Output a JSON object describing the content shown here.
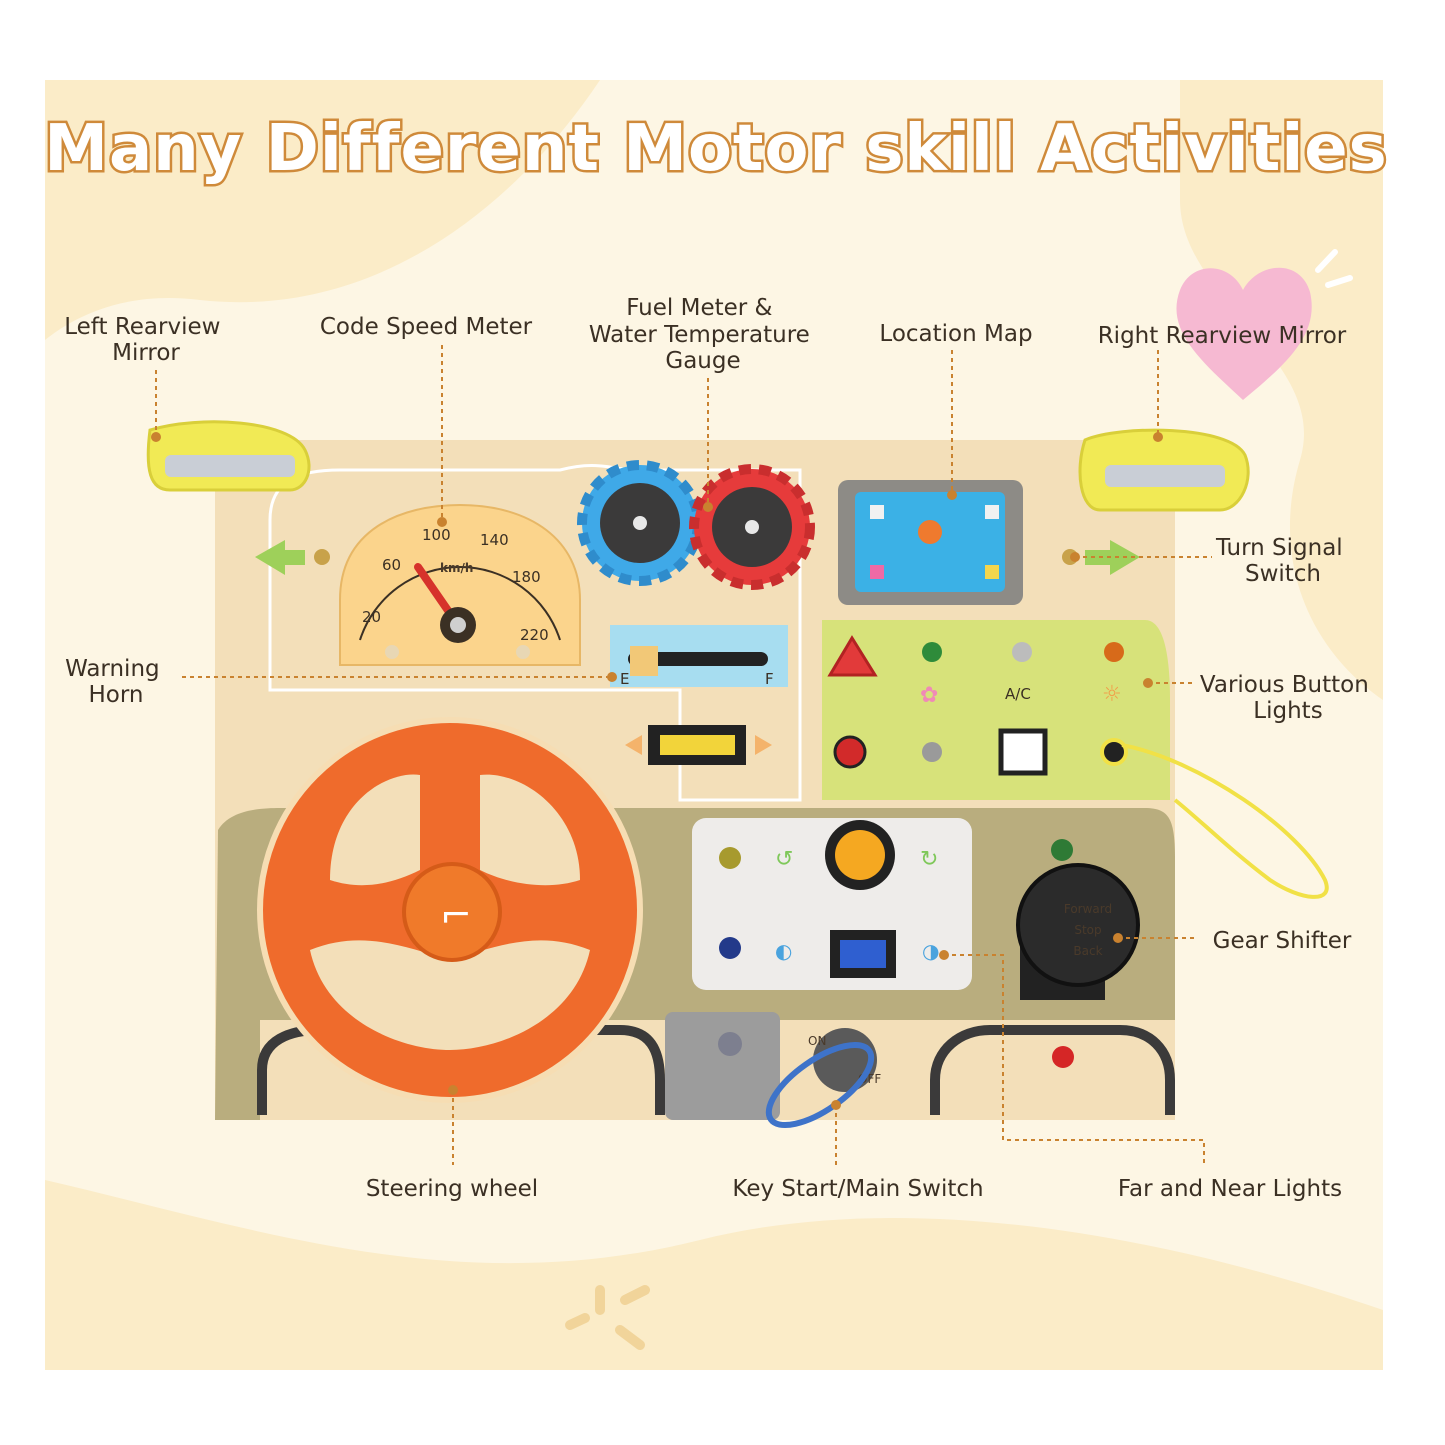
{
  "title": "Many Different Motor skill Activities",
  "labels": {
    "left_mirror": [
      "Left Rearview",
      "Mirror"
    ],
    "speed_meter": [
      "Code Speed Meter"
    ],
    "fuel_meter": [
      "Fuel  Meter &",
      "Water Temperature",
      "Gauge"
    ],
    "location_map": [
      "Location Map"
    ],
    "right_mirror": [
      "Right Rearview Mirror"
    ],
    "turn_signal": [
      "Turn Signal",
      "Switch"
    ],
    "warning_horn": [
      "Warning",
      "Horn"
    ],
    "button_lights": [
      "Various Button",
      "Lights"
    ],
    "gear_shifter": [
      "Gear Shifter"
    ],
    "steering_wheel": [
      "Steering wheel"
    ],
    "key_start": [
      "Key Start/Main Switch"
    ],
    "far_near_lights": [
      "Far and Near Lights"
    ]
  },
  "speedometer": {
    "unit": "km/h",
    "ticks": [
      "20",
      "60",
      "100",
      "140",
      "180",
      "220"
    ]
  },
  "fuel_gauge": {
    "empty": "E",
    "full": "F"
  },
  "panel_text": {
    "ac": "A/C"
  },
  "gear_knob": [
    "Forward",
    "Stop",
    "Back"
  ],
  "key_switch": {
    "on": "ON",
    "off": "OFF"
  },
  "colors": {
    "background": "#fdf6e4",
    "board": "#f3dfb9",
    "olive": "#b9ad7e",
    "lime_panel": "#d7e27a",
    "steering": "#ef6b2c",
    "accent": "#c9822f",
    "mirror": "#f1ea55",
    "heart": "#f6b9d2"
  },
  "icons": [
    "heart-icon",
    "left-arrow-icon",
    "right-arrow-icon",
    "warning-triangle-icon",
    "fan-icon",
    "sun-icon",
    "horn-icon"
  ]
}
